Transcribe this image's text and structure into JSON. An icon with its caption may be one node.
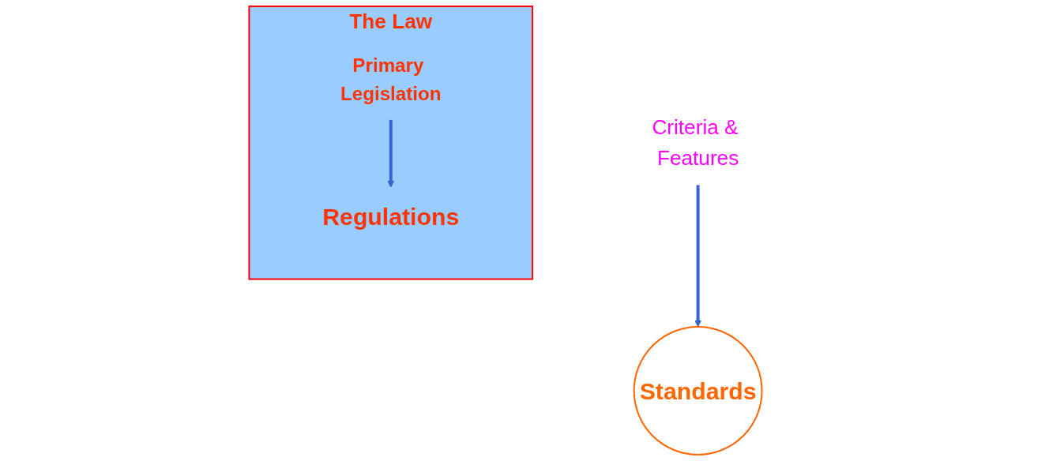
{
  "diagram": {
    "nodes": [
      {
        "text": [
          "The Law"
        ]
      },
      {
        "text": [
          "Primary Legislation"
        ],
        "in": 0
      },
      {
        "text": [
          "Regulations"
        ],
        "in": 0
      },
      {
        "text": [
          "Standards"
        ]
      },
      {
        "text": [
          "Criteria & Features"
        ]
      }
    ],
    "edges": [
      {
        "from": 1,
        "to": 2,
        "arrow": "to"
      },
      {
        "from": 4,
        "to": 3,
        "arrow": "to"
      }
    ]
  }
}
